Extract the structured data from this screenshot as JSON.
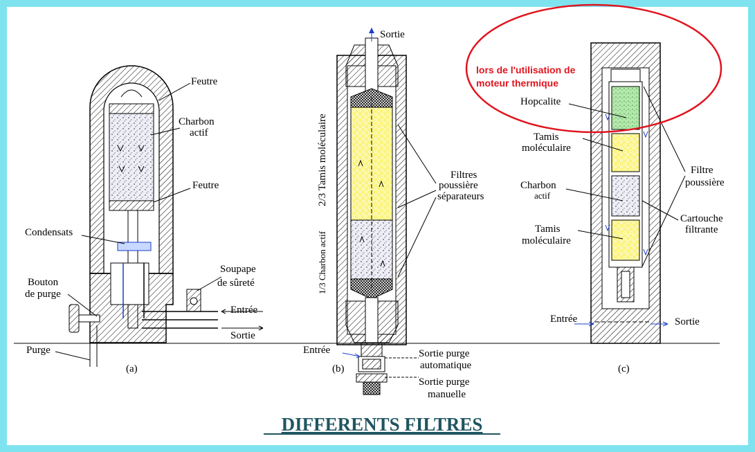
{
  "title": "DIFFERENTS FILTRES",
  "figure_a": {
    "caption": "(a)",
    "labels": {
      "feutre_top": "Feutre",
      "charbon": "Charbon",
      "actif": "actif",
      "feutre_bottom": "Feutre",
      "condensats": "Condensats",
      "bouton": "Bouton",
      "de_purge": "de purge",
      "purge": "Purge",
      "soupape": "Soupape",
      "surete": "de sûreté",
      "entree": "Entrée",
      "sortie": "Sortie"
    }
  },
  "figure_b": {
    "caption": "(b)",
    "labels": {
      "sortie": "Sortie",
      "tamis_vertical": "2/3 Tamis moléculaire",
      "charbon_vertical": "1/3 Charbon actif",
      "filtres": "Filtres",
      "poussiere": "poussière",
      "separateurs": "séparateurs",
      "entree": "Entrée",
      "sortie_purge": "Sortie purge",
      "automatique": "automatique",
      "sortie_purge2": "Sortie purge",
      "manuelle": "manuelle"
    }
  },
  "figure_c": {
    "caption": "(c)",
    "labels": {
      "hopcalite": "Hopcalite",
      "tamis1": "Tamis",
      "moleculaire1": "moléculaire",
      "charbon": "Charbon",
      "actif": "actif",
      "tamis2": "Tamis",
      "moleculaire2": "moléculaire",
      "filtre": "Filtre",
      "poussiere": "poussière",
      "cartouche": "Cartouche",
      "filtrante": "filtrante",
      "entree": "Entrée",
      "sortie": "Sortie"
    }
  },
  "annotation": {
    "line1": "lors de l'utilisation de",
    "line2": "moteur thermique",
    "color": "#e0141e"
  },
  "colors": {
    "border": "#7fe3ef",
    "yellow": "#fbf47a",
    "green": "#a8e6a0",
    "speckle": "#e8e8f4",
    "title": "#1f5560"
  }
}
